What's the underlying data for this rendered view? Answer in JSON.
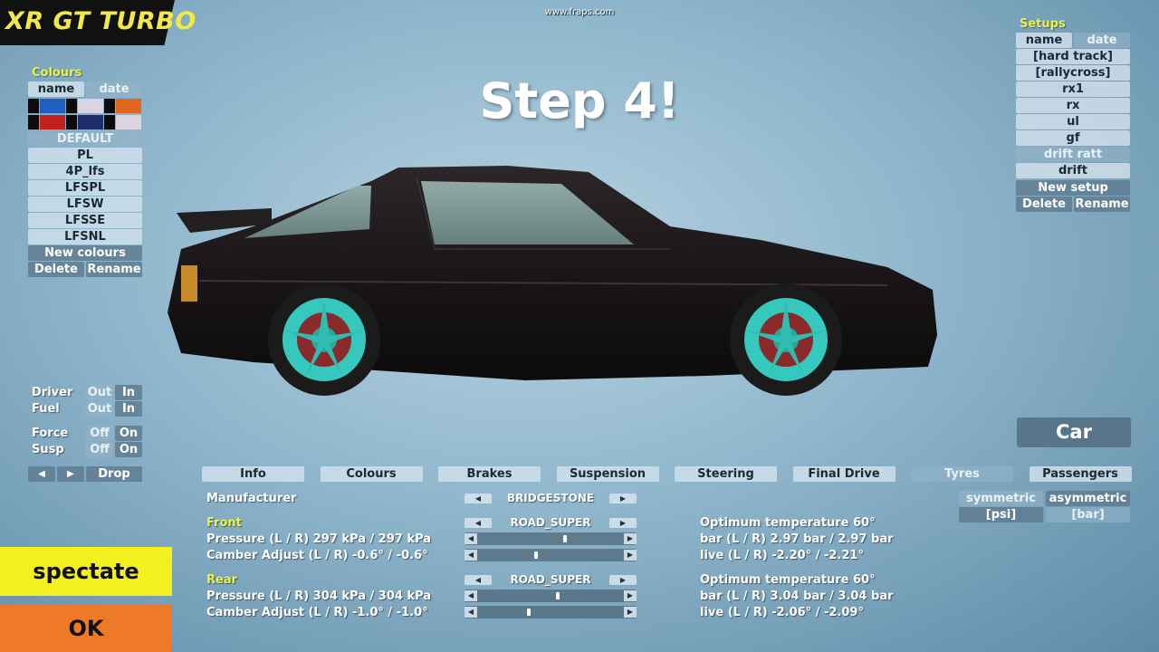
{
  "title": "XR GT TURBO",
  "watermark": "www.fraps.com",
  "banner": "Step 4!",
  "colours_panel": {
    "heading": "Colours",
    "sort_name": "name",
    "sort_date": "date",
    "swatch_colors": [
      "#0c0c0c",
      "#1f5fbf",
      "#0c0c0c",
      "#d9d4df",
      "#0c0c0c",
      "#e0661c",
      "#0c0c0c",
      "#c32020",
      "#0c0c0c",
      "#1f2d6e",
      "#0c0c0c",
      "#d9d4df"
    ],
    "items": [
      "DEFAULT",
      "PL",
      "4P_lfs",
      "LFSPL",
      "LFSW",
      "LFSSE",
      "LFSNL"
    ],
    "new_label": "New colours",
    "delete_label": "Delete",
    "rename_label": "Rename"
  },
  "setups_panel": {
    "heading": "Setups",
    "sort_name": "name",
    "sort_date": "date",
    "items": [
      "[hard track]",
      "[rallycross]",
      "rx1",
      "rx",
      "ul",
      "gf",
      "drift ratt",
      "drift"
    ],
    "new_label": "New setup",
    "delete_label": "Delete",
    "rename_label": "Rename"
  },
  "toggles": {
    "driver_label": "Driver",
    "fuel_label": "Fuel",
    "force_label": "Force",
    "susp_label": "Susp",
    "out": "Out",
    "in": "In",
    "off": "Off",
    "on": "On",
    "prev": "◀",
    "next": "▶",
    "drop": "Drop"
  },
  "actions": {
    "spectate": "spectate",
    "ok": "OK",
    "car": "Car"
  },
  "tabs": [
    "Info",
    "Colours",
    "Brakes",
    "Suspension",
    "Steering",
    "Final Drive",
    "Tyres",
    "Passengers"
  ],
  "tyres": {
    "manufacturer_label": "Manufacturer",
    "manufacturer": "BRIDGESTONE",
    "front_heading": "Front",
    "front_compound": "ROAD_SUPER",
    "front_pressure": "Pressure (L / R) 297 kPa / 297 kPa",
    "front_camber": "Camber Adjust (L / R) -0.6° / -0.6°",
    "front_pressure_level": 0.6,
    "front_camber_level": 0.4,
    "front_opt_temp": "Optimum temperature 60°",
    "front_bar": "bar (L / R) 2.97 bar / 2.97 bar",
    "front_live": "live (L / R) -2.20° / -2.21°",
    "rear_heading": "Rear",
    "rear_compound": "ROAD_SUPER",
    "rear_pressure": "Pressure (L / R) 304 kPa / 304 kPa",
    "rear_camber": "Camber Adjust (L / R) -1.0° / -1.0°",
    "rear_pressure_level": 0.55,
    "rear_camber_level": 0.35,
    "rear_opt_temp": "Optimum temperature 60°",
    "rear_bar": "bar (L / R) 3.04 bar / 3.04 bar",
    "rear_live": "live (L / R) -2.06° / -2.09°",
    "symmetric": "symmetric",
    "asymmetric": "asymmetric",
    "unit_psi": "[psi]",
    "unit_bar": "[bar]"
  }
}
